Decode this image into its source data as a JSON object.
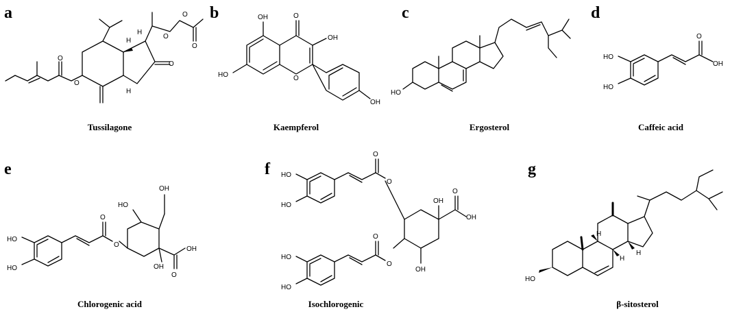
{
  "figure": {
    "panels": [
      {
        "letter": "a",
        "name": "Tussilagone"
      },
      {
        "letter": "b",
        "name": "Kaempferol"
      },
      {
        "letter": "c",
        "name": "Ergosterol"
      },
      {
        "letter": "d",
        "name": "Caffeic acid"
      },
      {
        "letter": "e",
        "name": "Chlorogenic acid"
      },
      {
        "letter": "f",
        "name": "Isochlorogenic"
      },
      {
        "letter": "g",
        "name": "β-sitosterol"
      }
    ]
  },
  "atoms": {
    "O": "O",
    "OH": "OH",
    "HO": "HO",
    "H": "H"
  }
}
